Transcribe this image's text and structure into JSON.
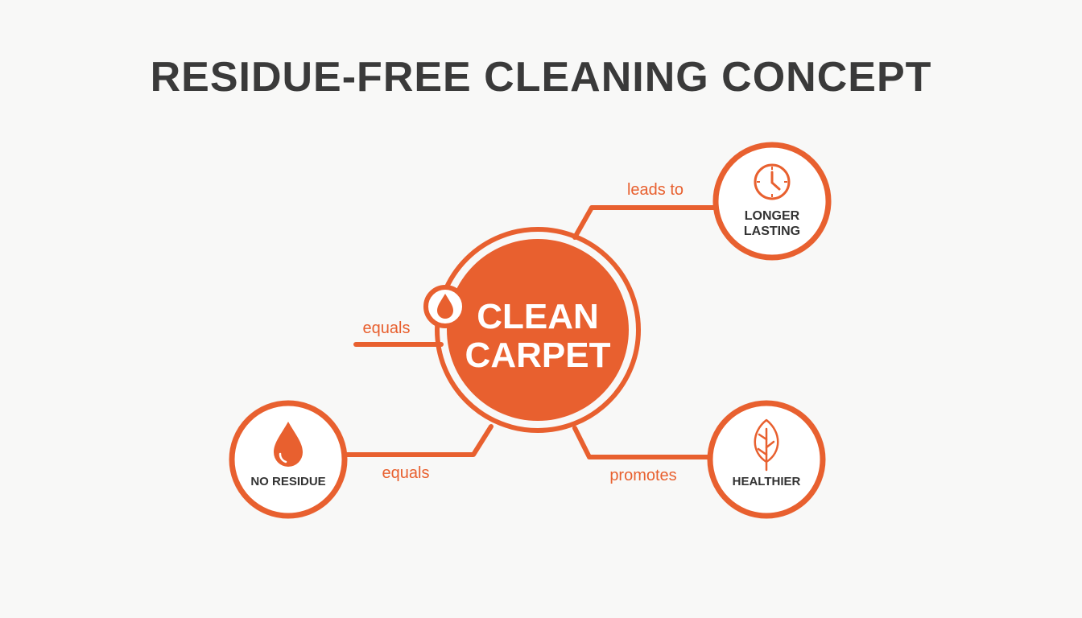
{
  "title": "RESIDUE-FREE CLEANING CONCEPT",
  "colors": {
    "accent": "#e8602f",
    "text_dark": "#333333",
    "background": "#f8f8f7",
    "white": "#ffffff"
  },
  "center_node": {
    "line1": "CLEAN",
    "line2": "CARPET",
    "icon": "magnifier-drop-icon"
  },
  "nodes": {
    "longer_lasting": {
      "line1": "LONGER",
      "line2": "LASTING",
      "icon": "clock-icon"
    },
    "no_residue": {
      "label": "NO RESIDUE",
      "icon": "water-drop-icon"
    },
    "healthier": {
      "label": "HEALTHIER",
      "icon": "leaf-icon"
    }
  },
  "edges": {
    "leads_to": "leads to",
    "equals_left": "equals",
    "equals_bottom": "equals",
    "promotes": "promotes"
  }
}
